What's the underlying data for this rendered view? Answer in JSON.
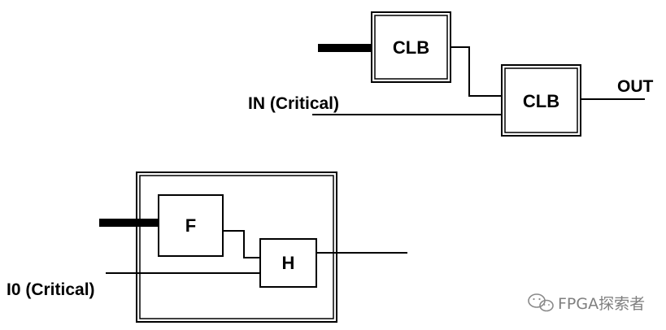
{
  "colors": {
    "stroke": "#000000",
    "background": "#ffffff",
    "watermark": "#7f7f7f"
  },
  "diagram_top": {
    "block_a": {
      "label": "CLB"
    },
    "block_b": {
      "label": "CLB"
    },
    "input_label": "IN (Critical)",
    "output_label": "OUT"
  },
  "diagram_bottom": {
    "block_f": {
      "label": "F"
    },
    "block_h": {
      "label": "H"
    },
    "input_label": "I0 (Critical)"
  },
  "watermark": {
    "text": "FPGA探索者",
    "icon": "wechat-icon"
  }
}
